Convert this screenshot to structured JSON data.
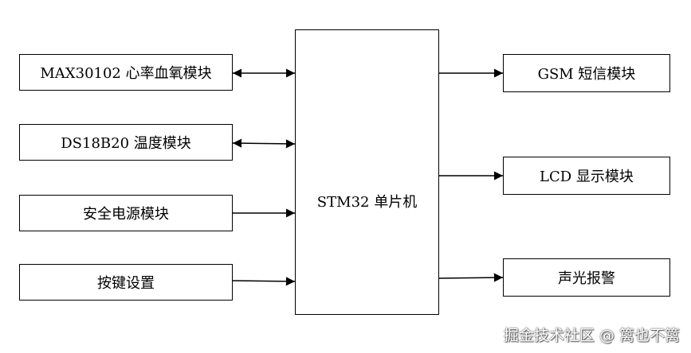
{
  "diagram": {
    "mcu": {
      "label": "STM32 单片机"
    },
    "inputs": [
      {
        "key": "max30102",
        "label": "MAX30102 心率血氧模块",
        "link": "bidirectional"
      },
      {
        "key": "ds18b20",
        "label": "DS18B20 温度模块",
        "link": "bidirectional"
      },
      {
        "key": "power",
        "label": "安全电源模块",
        "link": "to-mcu"
      },
      {
        "key": "keys",
        "label": "按键设置",
        "link": "to-mcu"
      }
    ],
    "outputs": [
      {
        "key": "gsm",
        "label": "GSM 短信模块",
        "link": "from-mcu"
      },
      {
        "key": "lcd",
        "label": "LCD 显示模块",
        "link": "from-mcu"
      },
      {
        "key": "alarm",
        "label": "声光报警",
        "link": "from-mcu"
      }
    ]
  },
  "watermark": {
    "text": "掘金技术社区 @ 篱也不篱"
  }
}
